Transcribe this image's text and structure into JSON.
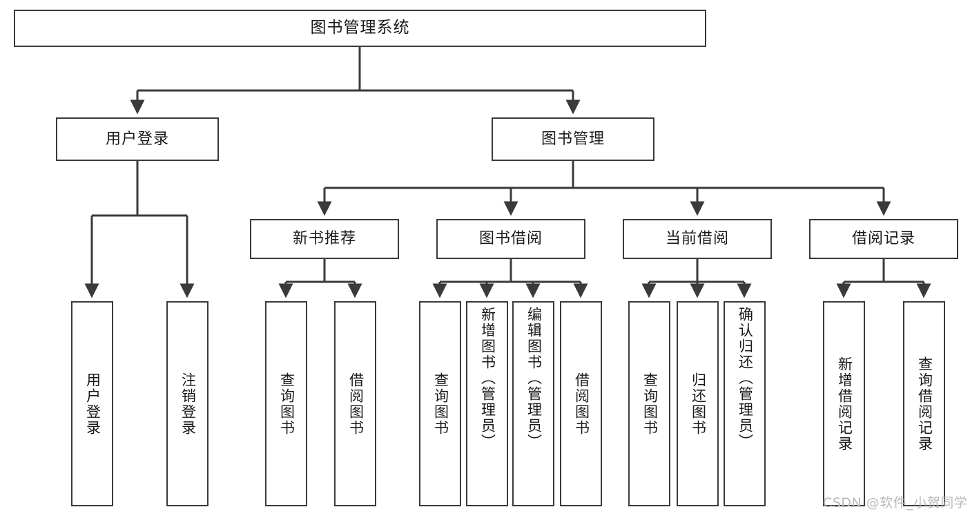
{
  "diagram": {
    "title": "图书管理系统",
    "type": "tree-hierarchy-chart",
    "root": {
      "id": "root",
      "label": "图书管理系统"
    },
    "level2": [
      {
        "id": "user-login",
        "label": "用户登录"
      },
      {
        "id": "book-manage",
        "label": "图书管理"
      }
    ],
    "level3": [
      {
        "id": "new-book-recommend",
        "label": "新书推荐"
      },
      {
        "id": "book-borrow",
        "label": "图书借阅"
      },
      {
        "id": "current-borrow",
        "label": "当前借阅"
      },
      {
        "id": "borrow-record",
        "label": "借阅记录"
      }
    ],
    "leaves": [
      {
        "id": "leaf-user-login",
        "label": "用户登录",
        "parent": "user-login"
      },
      {
        "id": "leaf-logout-login",
        "label": "注销登录",
        "parent": "user-login"
      },
      {
        "id": "leaf-query-book-1",
        "label": "查询图书",
        "parent": "new-book-recommend"
      },
      {
        "id": "leaf-borrow-book-1",
        "label": "借阅图书",
        "parent": "new-book-recommend"
      },
      {
        "id": "leaf-query-book-2",
        "label": "查询图书",
        "parent": "book-borrow"
      },
      {
        "id": "leaf-add-book",
        "label": "新增图书（管理员）",
        "parent": "book-borrow"
      },
      {
        "id": "leaf-edit-book",
        "label": "编辑图书（管理员）",
        "parent": "book-borrow"
      },
      {
        "id": "leaf-borrow-book-2",
        "label": "借阅图书",
        "parent": "book-borrow"
      },
      {
        "id": "leaf-query-book-3",
        "label": "查询图书",
        "parent": "current-borrow"
      },
      {
        "id": "leaf-return-book",
        "label": "归还图书",
        "parent": "current-borrow"
      },
      {
        "id": "leaf-confirm-return",
        "label": "确认归还（管理员）",
        "parent": "current-borrow"
      },
      {
        "id": "leaf-add-record",
        "label": "新增借阅记录",
        "parent": "borrow-record"
      },
      {
        "id": "leaf-query-record",
        "label": "查询借阅记录",
        "parent": "borrow-record"
      }
    ],
    "colors": {
      "border": "#3a3a3a",
      "text": "#1a1a1a",
      "background": "#ffffff",
      "watermark": "#b9b9b9"
    }
  },
  "watermark": {
    "text": "CSDN @软件_小贺同学"
  }
}
